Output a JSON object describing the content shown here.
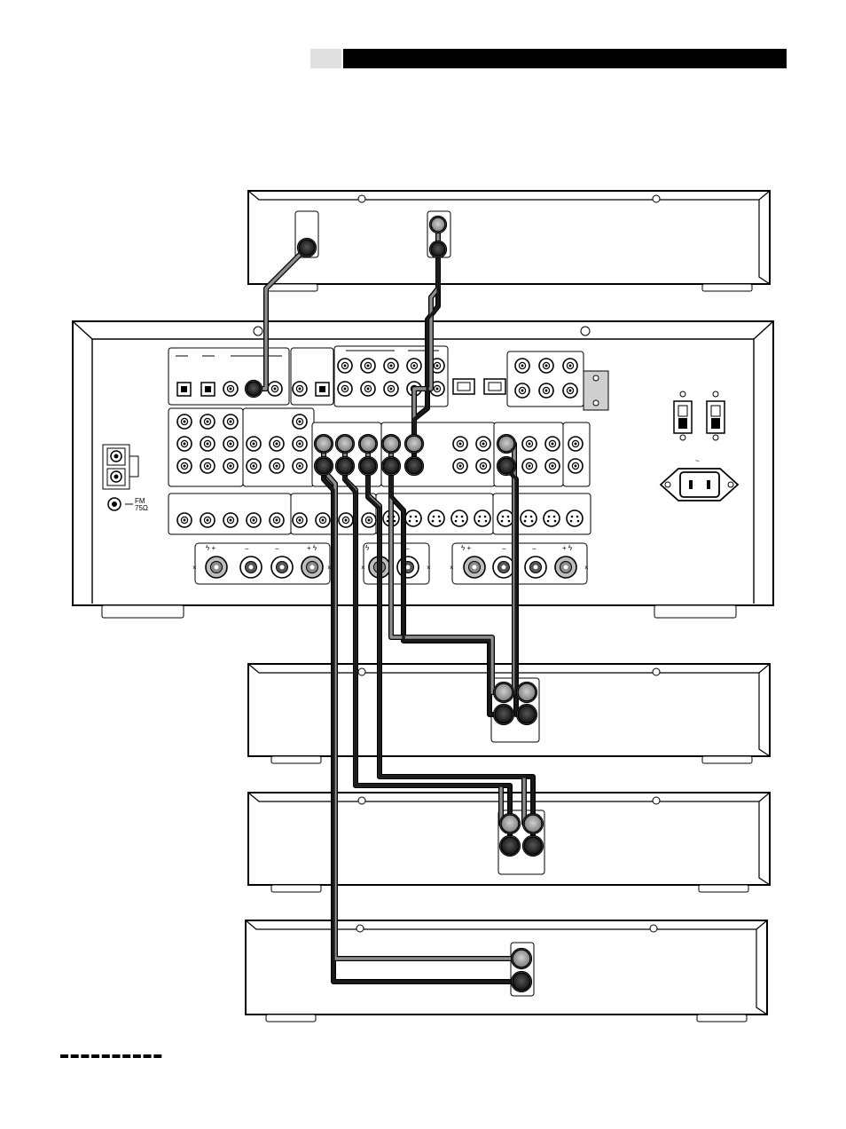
{
  "header": {
    "tab_color": "#e0e0e0",
    "bar_color": "#000000"
  },
  "receiver": {
    "antenna_label": "FM",
    "antenna_impedance": "75Ω",
    "ac_symbol": "~"
  },
  "cables": {
    "gray_color": "#8f8f8f",
    "black_color": "#1a1a1a"
  },
  "footer": {
    "dash_count": 10
  }
}
